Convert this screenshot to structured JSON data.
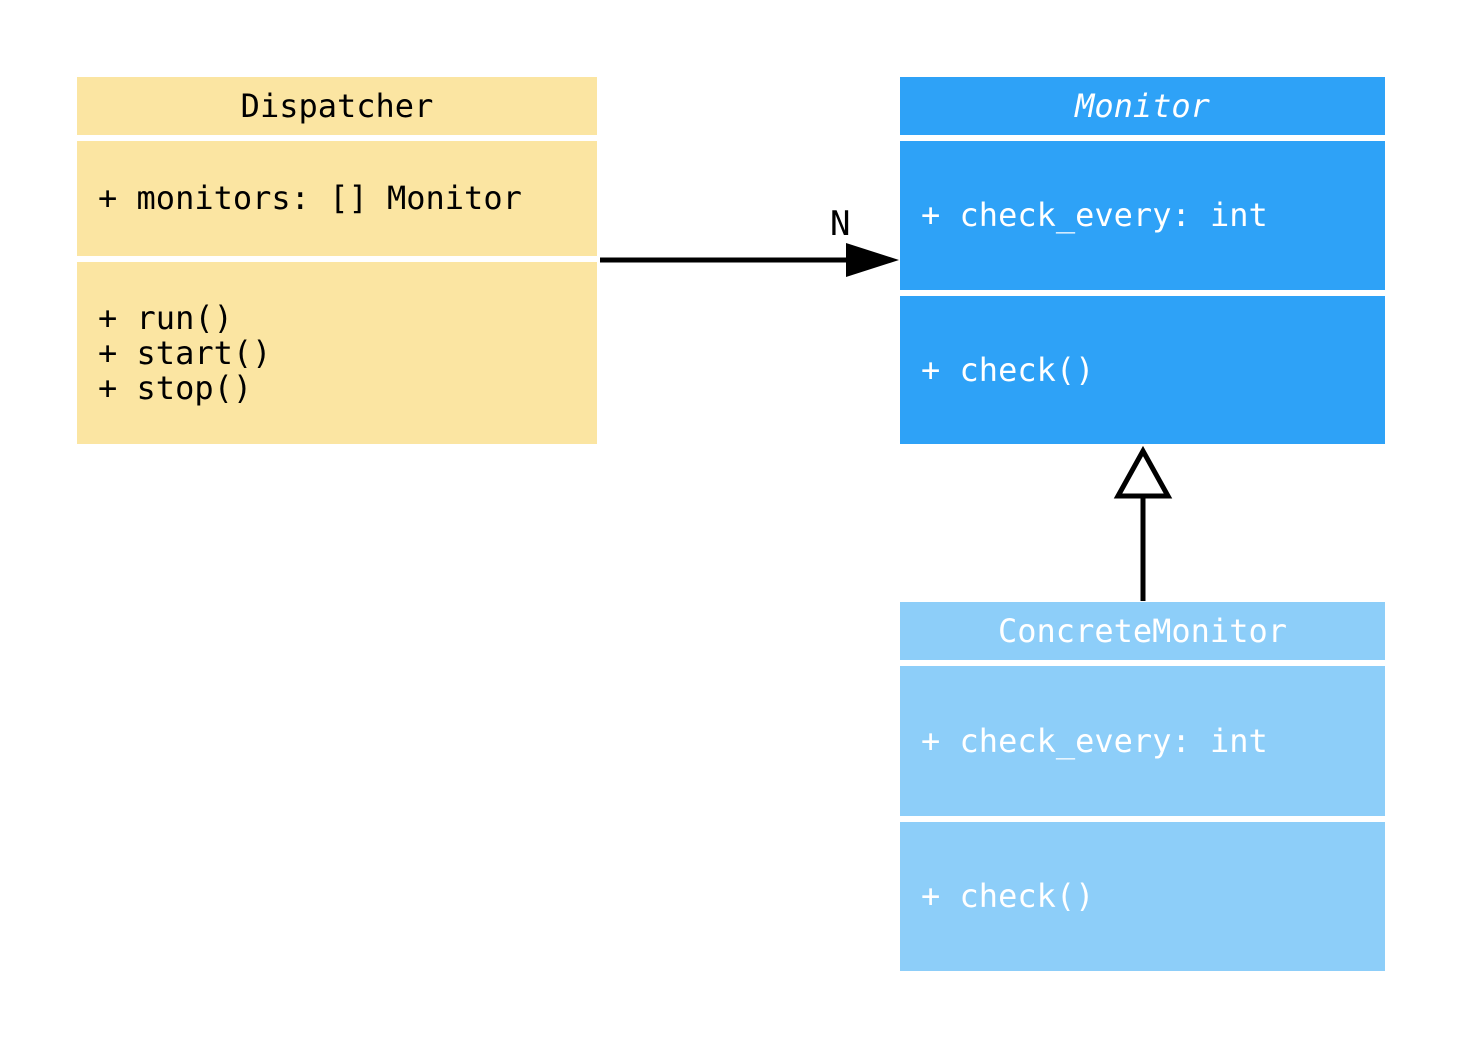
{
  "diagram": {
    "background_color": "#ffffff",
    "edge_color": "#000000",
    "classes": [
      {
        "name": "Dispatcher",
        "abstract": false,
        "fill_color": "#FBE5A2",
        "text_color": "#000000",
        "attributes": [
          "+ monitors: [] Monitor"
        ],
        "methods": [
          "+ run()",
          "+ start()",
          "+ stop()"
        ]
      },
      {
        "name": "Monitor",
        "abstract": true,
        "fill_color": "#2EA2F7",
        "text_color": "#ffffff",
        "attributes": [
          "+ check_every: int"
        ],
        "methods": [
          "+ check()"
        ]
      },
      {
        "name": "ConcreteMonitor",
        "abstract": false,
        "fill_color": "#8DCEF9",
        "text_color": "#ffffff",
        "attributes": [
          "+ check_every: int"
        ],
        "methods": [
          "+ check()"
        ]
      }
    ],
    "relationships": [
      {
        "type": "association",
        "from": "Dispatcher",
        "to": "Monitor",
        "label": "N",
        "arrowhead": "filled-triangle"
      },
      {
        "type": "generalization",
        "from": "ConcreteMonitor",
        "to": "Monitor",
        "label": "",
        "arrowhead": "hollow-triangle"
      }
    ]
  }
}
